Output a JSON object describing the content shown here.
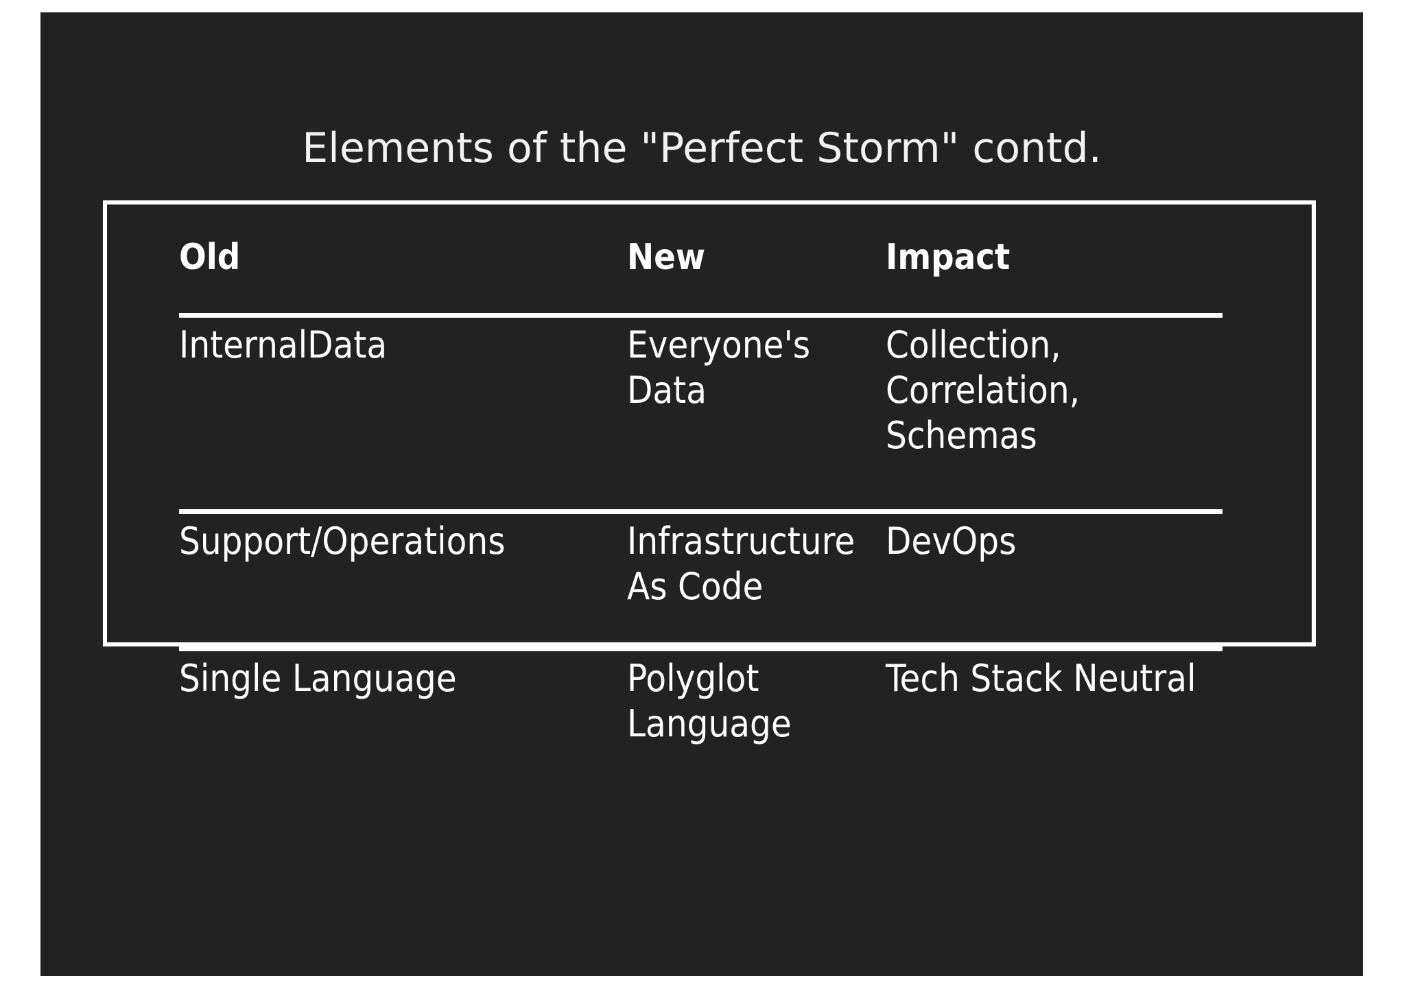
{
  "slide": {
    "title": "Elements of the \"Perfect Storm\" contd.",
    "background_color": "#222222",
    "text_color": "#ffffff",
    "page_background_color": "#ffffff"
  },
  "table": {
    "headers": {
      "old": "Old",
      "new": "New",
      "impact": "Impact"
    },
    "rows": [
      {
        "old": "InternalData",
        "new": "Everyone's\nData",
        "impact": "Collection,\nCorrelation,\nSchemas"
      },
      {
        "old": "Support/Operations",
        "new": "Infrastructure\nAs Code",
        "impact": "DevOps"
      },
      {
        "old": "Single Language",
        "new": "Polyglot\nLanguage",
        "impact": "Tech Stack Neutral"
      }
    ]
  }
}
